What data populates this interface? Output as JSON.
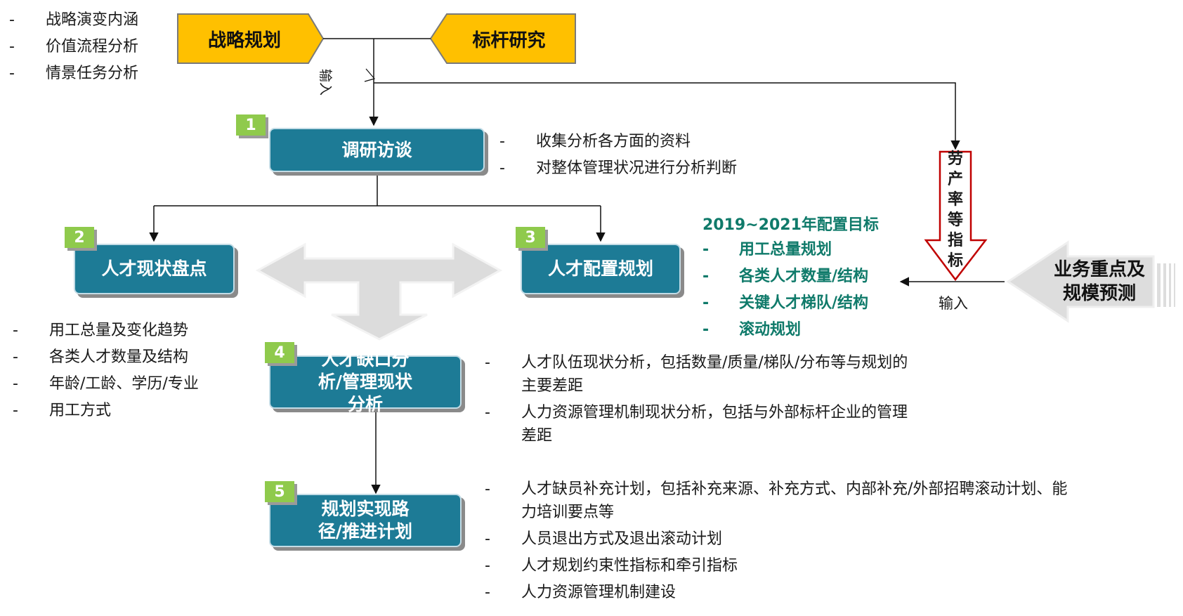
{
  "top_left_bullets": [
    "战略演变内涵",
    "价值流程分析",
    "情景任务分析"
  ],
  "strategy_planning": "战略规划",
  "benchmark_research": "标杆研究",
  "input_rotated": "输入",
  "input_label": "输入",
  "indicator_vertical": "劳产率等指标",
  "business_focus": "业务重点及规模预测",
  "steps": [
    {
      "num": "1",
      "label": "调研访谈"
    },
    {
      "num": "2",
      "label": "人才现状盘点"
    },
    {
      "num": "3",
      "label": "人才配置规划"
    },
    {
      "num": "4",
      "label": "人才缺口分析/管理现状分析"
    },
    {
      "num": "5",
      "label": "规划实现路径/推进计划"
    }
  ],
  "step1_bullets": [
    "收集分析各方面的资料",
    "对整体管理状况进行分析判断"
  ],
  "step2_bullets": [
    "用工总量及变化趋势",
    "各类人才数量及结构",
    "年龄/工龄、学历/专业",
    "用工方式"
  ],
  "step3_title": "2019~2021年配置目标",
  "step3_bullets": [
    "用工总量规划",
    "各类人才数量/结构",
    "关键人才梯队/结构",
    "滚动规划"
  ],
  "step4_bullets": [
    "人才队伍现状分析，包括数量/质量/梯队/分布等与规划的主要差距",
    "人力资源管理机制现状分析，包括与外部标杆企业的管理差距"
  ],
  "step5_bullets": [
    "人才缺员补充计划，包括补充来源、补充方式、内部补充/外部招聘滚动计划、能力培训要点等",
    "人员退出方式及退出滚动计划",
    "人才规划约束性指标和牵引指标",
    "人力资源管理机制建设"
  ],
  "colors": {
    "teal_box": "#1d7b96",
    "badge_green": "#8fca4c",
    "orange_arrow": "#ffc000",
    "green_text": "#0f7a6a",
    "red_arrow": "#c00000",
    "grey_arrow": "#d9d9d9"
  }
}
